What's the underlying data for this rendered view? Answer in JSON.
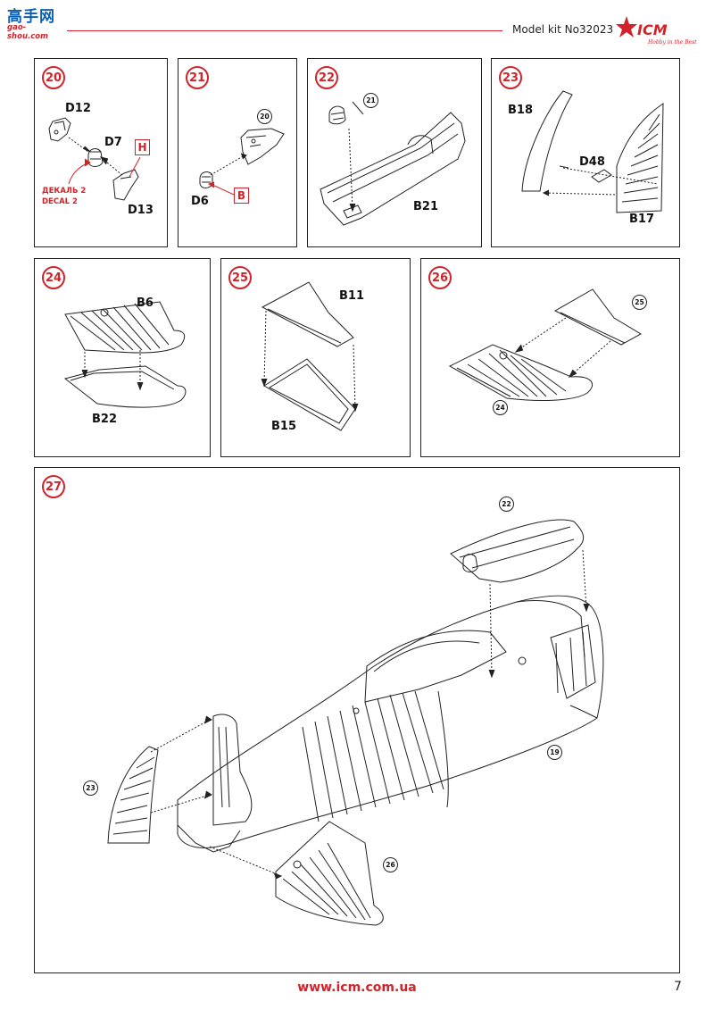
{
  "header": {
    "site_logo_chinese": "高手网",
    "site_logo_url": "gao-shou.com",
    "model_kit": "Model kit No32023",
    "brand": "ICM",
    "brand_tagline": "Hobby in the Best"
  },
  "steps": [
    {
      "number": "20",
      "parts": [
        "D12",
        "D7",
        "D13"
      ],
      "color_box": "H",
      "decal": [
        "ДЕКАЛЬ 2",
        "DECAL 2"
      ]
    },
    {
      "number": "21",
      "refs": [
        "20"
      ],
      "parts": [
        "D6"
      ],
      "color_box": "B"
    },
    {
      "number": "22",
      "refs": [
        "21"
      ],
      "parts": [
        "B21"
      ]
    },
    {
      "number": "23",
      "parts": [
        "B18",
        "D48",
        "B17"
      ]
    },
    {
      "number": "24",
      "parts": [
        "B6",
        "B22"
      ]
    },
    {
      "number": "25",
      "parts": [
        "B11",
        "B15"
      ]
    },
    {
      "number": "26",
      "refs": [
        "25",
        "24"
      ]
    },
    {
      "number": "27",
      "refs": [
        "22",
        "19",
        "23",
        "26"
      ]
    }
  ],
  "footer": {
    "url": "www.icm.com.ua",
    "page_number": "7"
  },
  "colors": {
    "accent_red": "#d2232a",
    "line": "#222222"
  }
}
